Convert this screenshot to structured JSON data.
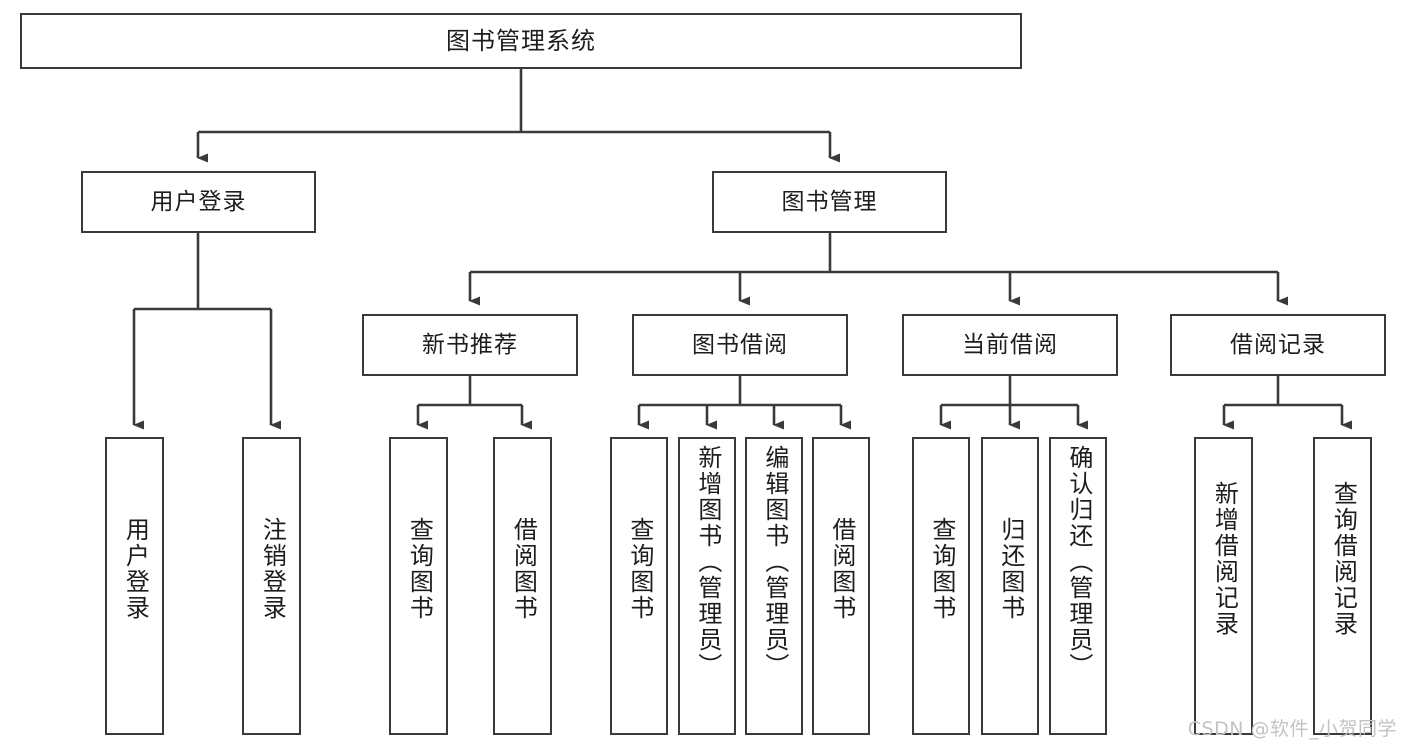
{
  "diagram": {
    "type": "tree-hierarchy",
    "title": "图书管理系统",
    "watermark": "CSDN @软件_小贺同学",
    "colors": {
      "box_border": "#3a3a3a",
      "box_fill": "#ffffff",
      "connector": "#3a3a3a",
      "text": "#1d1d1d",
      "watermark": "#c3c3c3",
      "background": "#ffffff"
    },
    "nodes": {
      "root": {
        "label": "图书管理系统",
        "level": 0,
        "orientation": "horizontal"
      },
      "user_login": {
        "label": "用户登录",
        "level": 1,
        "orientation": "horizontal"
      },
      "book_manage": {
        "label": "图书管理",
        "level": 1,
        "orientation": "horizontal"
      },
      "new_book_rec": {
        "label": "新书推荐",
        "level": 2,
        "orientation": "horizontal"
      },
      "book_borrow": {
        "label": "图书借阅",
        "level": 2,
        "orientation": "horizontal"
      },
      "current_borrow": {
        "label": "当前借阅",
        "level": 2,
        "orientation": "horizontal"
      },
      "borrow_record": {
        "label": "借阅记录",
        "level": 2,
        "orientation": "horizontal"
      },
      "leaf_user_login": {
        "label": "用户登录",
        "level": 3,
        "orientation": "vertical"
      },
      "leaf_logout": {
        "label": "注销登录",
        "level": 3,
        "orientation": "vertical"
      },
      "leaf_query_book_1": {
        "label": "查询图书",
        "level": 3,
        "orientation": "vertical"
      },
      "leaf_borrow_book_1": {
        "label": "借阅图书",
        "level": 3,
        "orientation": "vertical"
      },
      "leaf_query_book_2": {
        "label": "查询图书",
        "level": 3,
        "orientation": "vertical"
      },
      "leaf_add_book": {
        "label": "新增图书（管理员）",
        "level": 3,
        "orientation": "vertical"
      },
      "leaf_edit_book": {
        "label": "编辑图书（管理员）",
        "level": 3,
        "orientation": "vertical"
      },
      "leaf_borrow_book_2": {
        "label": "借阅图书",
        "level": 3,
        "orientation": "vertical"
      },
      "leaf_query_book_3": {
        "label": "查询图书",
        "level": 3,
        "orientation": "vertical"
      },
      "leaf_return_book": {
        "label": "归还图书",
        "level": 3,
        "orientation": "vertical"
      },
      "leaf_confirm_return": {
        "label": "确认归还（管理员）",
        "level": 3,
        "orientation": "vertical"
      },
      "leaf_add_record": {
        "label": "新增借阅记录",
        "level": 3,
        "orientation": "vertical"
      },
      "leaf_query_record": {
        "label": "查询借阅记录",
        "level": 3,
        "orientation": "vertical"
      }
    },
    "edges": [
      {
        "from": "root",
        "to": "user_login"
      },
      {
        "from": "root",
        "to": "book_manage"
      },
      {
        "from": "user_login",
        "to": "leaf_user_login"
      },
      {
        "from": "user_login",
        "to": "leaf_logout"
      },
      {
        "from": "book_manage",
        "to": "new_book_rec"
      },
      {
        "from": "book_manage",
        "to": "book_borrow"
      },
      {
        "from": "book_manage",
        "to": "current_borrow"
      },
      {
        "from": "book_manage",
        "to": "borrow_record"
      },
      {
        "from": "new_book_rec",
        "to": "leaf_query_book_1"
      },
      {
        "from": "new_book_rec",
        "to": "leaf_borrow_book_1"
      },
      {
        "from": "book_borrow",
        "to": "leaf_query_book_2"
      },
      {
        "from": "book_borrow",
        "to": "leaf_add_book"
      },
      {
        "from": "book_borrow",
        "to": "leaf_edit_book"
      },
      {
        "from": "book_borrow",
        "to": "leaf_borrow_book_2"
      },
      {
        "from": "current_borrow",
        "to": "leaf_query_book_3"
      },
      {
        "from": "current_borrow",
        "to": "leaf_return_book"
      },
      {
        "from": "current_borrow",
        "to": "leaf_confirm_return"
      },
      {
        "from": "borrow_record",
        "to": "leaf_add_record"
      },
      {
        "from": "borrow_record",
        "to": "leaf_query_record"
      }
    ]
  }
}
